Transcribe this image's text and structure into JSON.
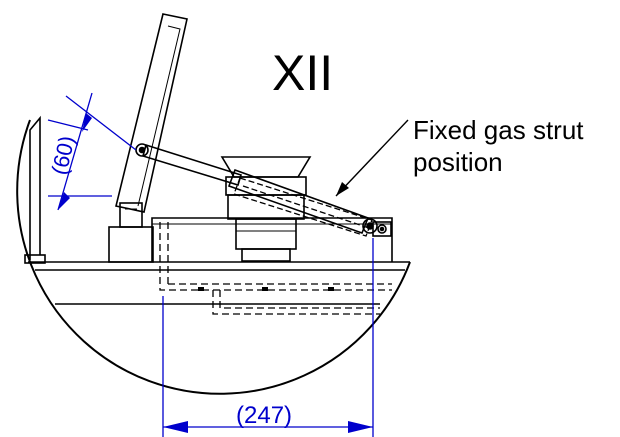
{
  "detail": {
    "label": "XII"
  },
  "callout": {
    "line1": "Fixed gas strut",
    "line2": "position"
  },
  "dimensions": {
    "vertical": "(60)",
    "horizontal": "(247)"
  },
  "colors": {
    "line": "#000000",
    "dimension": "#0000cc",
    "background": "#ffffff"
  }
}
